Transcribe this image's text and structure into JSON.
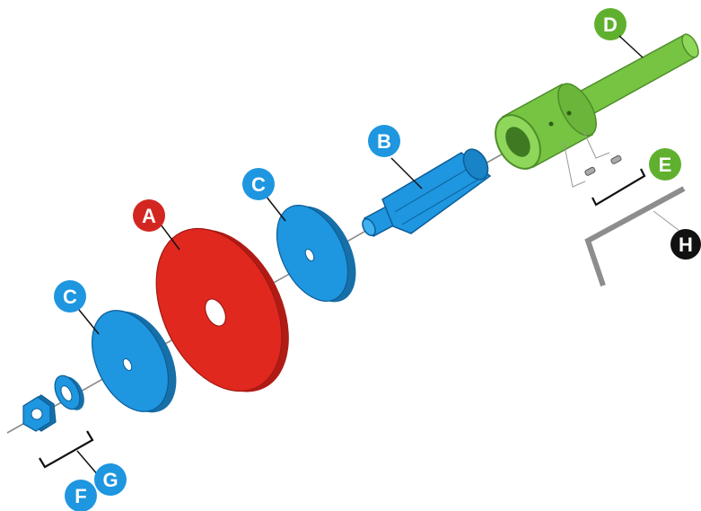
{
  "diagram": {
    "title": "",
    "colors": {
      "red": "#e0281f",
      "blue": "#1e96e0",
      "green": "#76c442",
      "black": "#111111",
      "axis_line": "#8a8a8a",
      "hex_key": "#8d8d8d"
    },
    "labels": {
      "A": "A",
      "B": "B",
      "C1": "C",
      "C2": "C",
      "D": "D",
      "E": "E",
      "F": "F",
      "G": "G",
      "H": "H"
    }
  }
}
